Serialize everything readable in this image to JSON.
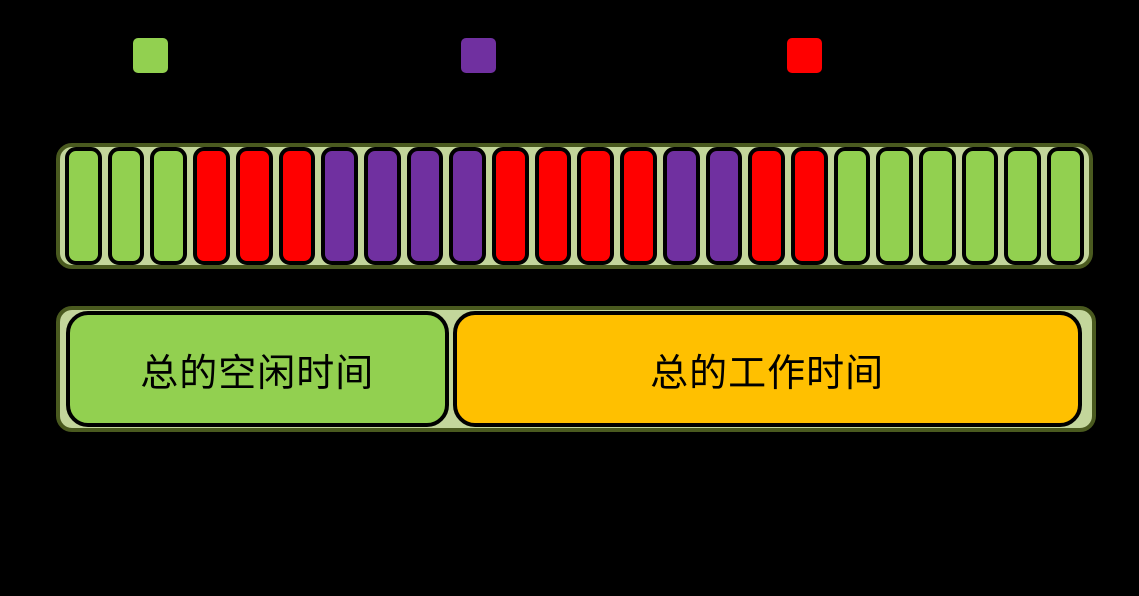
{
  "canvas": {
    "background": "#000000"
  },
  "palette": {
    "green": "#92D050",
    "red": "#FF0000",
    "purple": "#7030A0",
    "orange": "#FFC000",
    "container_fill": "#C3D69B",
    "container_border": "#4A5A1F",
    "cell_border": "#000000",
    "text": "#000000"
  },
  "legend": {
    "swatches": [
      {
        "name": "legend-swatch-green",
        "color_key": "green"
      },
      {
        "name": "legend-swatch-purple",
        "color_key": "purple"
      },
      {
        "name": "legend-swatch-red",
        "color_key": "red"
      }
    ]
  },
  "timeline": {
    "cells": [
      "green",
      "green",
      "green",
      "red",
      "red",
      "red",
      "purple",
      "purple",
      "purple",
      "purple",
      "red",
      "red",
      "red",
      "red",
      "purple",
      "purple",
      "red",
      "red",
      "green",
      "green",
      "green",
      "green",
      "green",
      "green"
    ]
  },
  "summary": {
    "segments": [
      {
        "label": "总的空闲时间",
        "color_key": "green",
        "width_pct": 37.5
      },
      {
        "label": "总的工作时间",
        "color_key": "orange",
        "width_pct": 61.7
      }
    ]
  }
}
